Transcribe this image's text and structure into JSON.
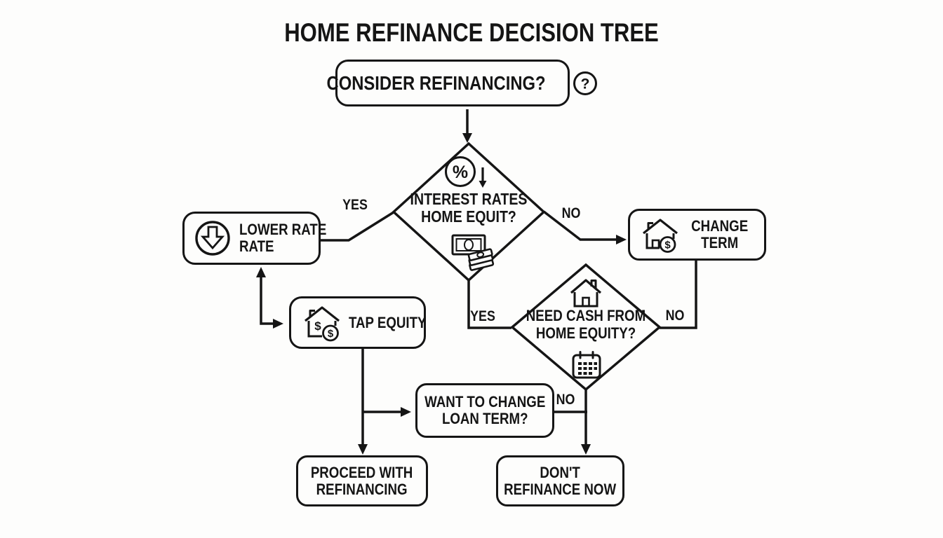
{
  "title": "HOME REFINANCE DECISION TREE",
  "colors": {
    "ink": "#151515",
    "background": "#fdfdfc"
  },
  "nodes": {
    "start": {
      "label": "CONSIDER REFINANCING?",
      "icon": "help-circle-icon"
    },
    "rates_decision": {
      "line1": "INTEREST RATES",
      "line2": "HOME EQUIT?",
      "top_icon": "percent-down-icon",
      "bottom_icon": "cash-stack-icon"
    },
    "lower_rate": {
      "line1": "LOWER RATE",
      "line2": "RATE",
      "icon": "circled-down-arrow-icon"
    },
    "change_term": {
      "line1": "CHANGE",
      "line2": "TERM",
      "icon": "house-dollar-icon"
    },
    "cash_decision": {
      "line1": "NEED CASH FROM",
      "line2": "HOME EQUITY?",
      "top_icon": "house-icon",
      "bottom_icon": "calendar-icon"
    },
    "tap_equity": {
      "label": "TAP EQUITY",
      "icon": "house-dollar-icon"
    },
    "loan_term_question": {
      "line1": "WANT TO CHANGE",
      "line2": "LOAN TERM?"
    },
    "proceed": {
      "line1": "PROCEED WITH",
      "line2": "REFINANCING"
    },
    "dont_refinance": {
      "line1": "DON'T",
      "line2": "REFINANCE NOW"
    }
  },
  "edge_labels": {
    "rates_yes": "YES",
    "rates_no": "NO",
    "cash_yes": "YES",
    "cash_no_right": "NO",
    "cash_no_down": "NO"
  },
  "glyphs": {
    "question": "?",
    "percent": "%",
    "dollar": "$"
  }
}
